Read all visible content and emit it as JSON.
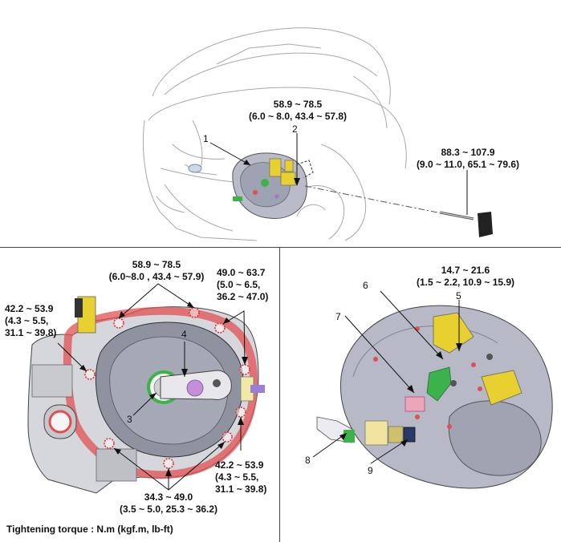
{
  "top_panel": {
    "torque_center": {
      "line1": "58.9 ~ 78.5",
      "line2": "(6.0 ~ 8.0, 43.4 ~ 57.8)"
    },
    "torque_right": {
      "line1": "88.3 ~ 107.9",
      "line2": "(9.0 ~ 11.0, 65.1 ~ 79.6)"
    },
    "callouts": [
      "1",
      "2"
    ]
  },
  "left_panel": {
    "torque_top": {
      "line1": "58.9 ~ 78.5",
      "line2": "(6.0~8.0 , 43.4 ~ 57.9)"
    },
    "torque_top_right": {
      "line1": "49.0 ~ 63.7",
      "line2": "(5.0 ~ 6.5,",
      "line3": "36.2 ~ 47.0)"
    },
    "torque_left": {
      "line1": "42.2 ~ 53.9",
      "line2": "(4.3 ~ 5.5,",
      "line3": "31.1 ~ 39.8)"
    },
    "torque_right": {
      "line1": "42.2 ~ 53.9",
      "line2": "(4.3 ~ 5.5,",
      "line3": "31.1 ~ 39.8)"
    },
    "torque_bottom": {
      "line1": "34.3 ~ 49.0",
      "line2": "(3.5 ~ 5.0, 25.3 ~ 36.2)"
    },
    "callouts": [
      "3",
      "4"
    ],
    "caption": "Tightening torque : N.m (kgf.m, lb-ft)"
  },
  "right_panel": {
    "torque_top": {
      "line1": "14.7 ~ 21.6",
      "line2": "(1.5 ~ 2.2, 10.9 ~ 15.9)"
    },
    "callouts": [
      "5",
      "6",
      "7",
      "8",
      "9"
    ]
  },
  "colors": {
    "line_art": "#9a9a9a",
    "housing": "#b9bcc8",
    "seal": "#e05050",
    "bracket": "#e8d030",
    "accent_green": "#3bb34a",
    "accent_purple": "#a27bd0"
  }
}
